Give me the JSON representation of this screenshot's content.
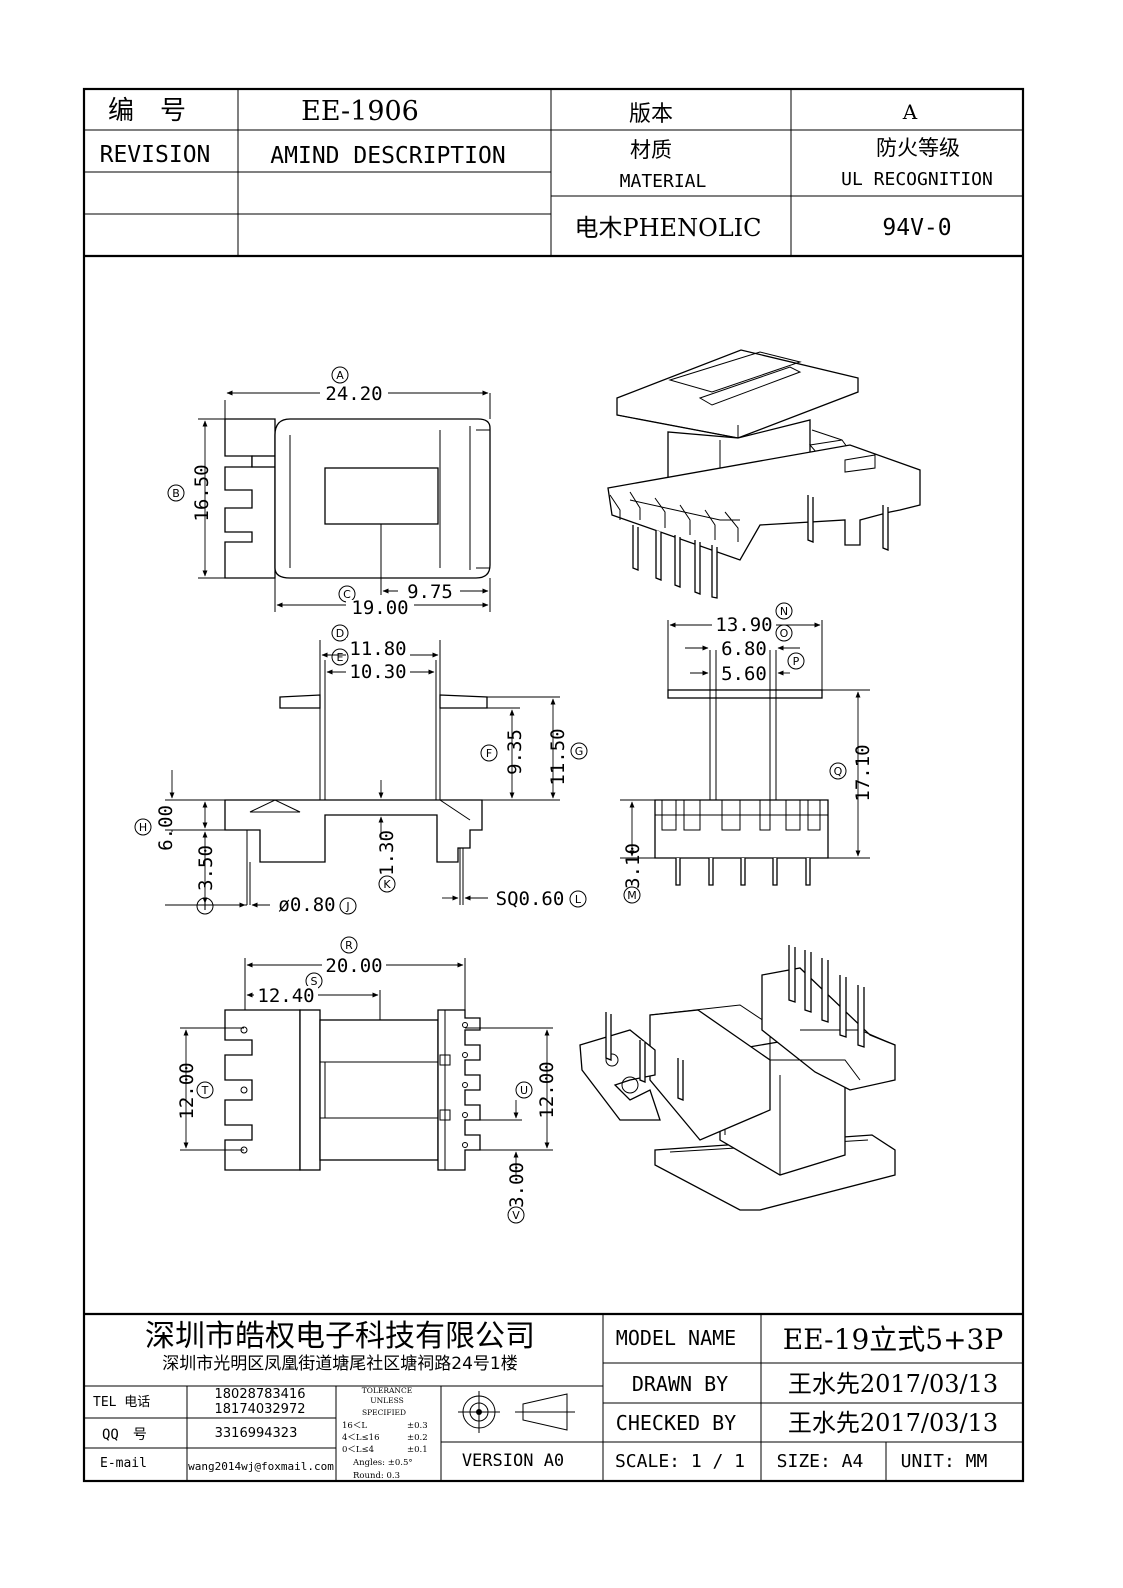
{
  "header": {
    "serial_label": "编　号",
    "serial_value": "EE-1906",
    "version_label": "版本",
    "version_value": "A",
    "revision_label": "REVISION",
    "amend_label": "AMIND DESCRIPTION",
    "material_label_cn": "材质",
    "material_label_en": "MATERIAL",
    "ul_label_cn": "防火等级",
    "ul_label_en": "UL RECOGNITION",
    "material_value": "电木PHENOLIC",
    "ul_value": "94V-0"
  },
  "dimensions": {
    "A": {
      "mark": "A",
      "value": "24.20"
    },
    "B": {
      "mark": "B",
      "value": "16.50"
    },
    "C": {
      "mark": "C",
      "value": "19.00"
    },
    "c2": {
      "value": "9.75"
    },
    "D": {
      "mark": "D",
      "value": "11.80"
    },
    "E": {
      "mark": "E",
      "value": "10.30"
    },
    "F": {
      "mark": "F",
      "value": "9.35"
    },
    "G": {
      "mark": "G",
      "value": "11.50"
    },
    "H": {
      "mark": "H",
      "value": "6.00"
    },
    "I": {
      "mark": "I",
      "value": "3.50"
    },
    "J": {
      "mark": "J",
      "value": "ø0.80"
    },
    "K": {
      "mark": "K",
      "value": "1.30"
    },
    "L": {
      "mark": "L",
      "value": "SQ0.60"
    },
    "M": {
      "mark": "M",
      "value": "3.10"
    },
    "N": {
      "mark": "N",
      "value": "13.90"
    },
    "O": {
      "mark": "O",
      "value": "6.80"
    },
    "P": {
      "mark": "P",
      "value": "5.60"
    },
    "Q": {
      "mark": "Q",
      "value": "17.10"
    },
    "R": {
      "mark": "R",
      "value": "20.00"
    },
    "S": {
      "mark": "S",
      "value": "12.40"
    },
    "T": {
      "mark": "T",
      "value": "12.00"
    },
    "U": {
      "mark": "U",
      "value": "12.00"
    },
    "V": {
      "mark": "V",
      "value": "3.00"
    }
  },
  "footer": {
    "company_name": "深圳市皓权电子科技有限公司",
    "company_address": "深圳市光明区凤凰街道塘尾社区塘祠路24号1楼",
    "tel_label": "TEL 电话",
    "tel_value_1": "18028783416",
    "tel_value_2": "18174032972",
    "qq_label": "QQ　号",
    "qq_value": "3316994323",
    "email_label": "E-mail",
    "email_value": "wang2014wj@foxmail.com",
    "tolerance_title_1": "TOLERANCE",
    "tolerance_title_2": "UNLESS",
    "tolerance_title_3": "SPECIFIED",
    "tol_row1_range": "16＜L",
    "tol_row1_value": "±0.3",
    "tol_row2_range": "4＜L≤16",
    "tol_row2_value": "±0.2",
    "tol_row3_range": "0＜L≤4",
    "tol_row3_value": "±0.1",
    "tol_angles": "Angles: ±0.5°",
    "tol_round": "Round: 0.3",
    "version": "VERSION A0",
    "model_label": "MODEL NAME",
    "model_value": "EE-19立式5+3P",
    "drawn_label": "DRAWN BY",
    "drawn_value": "王水先2017/03/13",
    "checked_label": "CHECKED BY",
    "checked_value": "王水先2017/03/13",
    "scale": "SCALE: 1 / 1",
    "size": "SIZE: A4",
    "unit": "UNIT: MM"
  }
}
